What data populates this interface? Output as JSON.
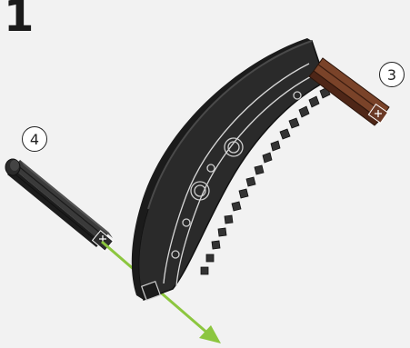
{
  "step": {
    "number": "1"
  },
  "callouts": [
    {
      "label": "3",
      "part": "brown-axle"
    },
    {
      "label": "4",
      "part": "black-axle-pin"
    }
  ],
  "parts": {
    "gear_arc": {
      "name": "black-curved-gear-rack",
      "color": "#2a2a2a"
    },
    "brown_axle": {
      "name": "brown-axle",
      "color": "#6b3a26"
    },
    "black_axle": {
      "name": "black-axle-with-stop",
      "color": "#2b2b2b"
    }
  },
  "arrow": {
    "color": "#8cc63f",
    "direction": "down-right"
  }
}
